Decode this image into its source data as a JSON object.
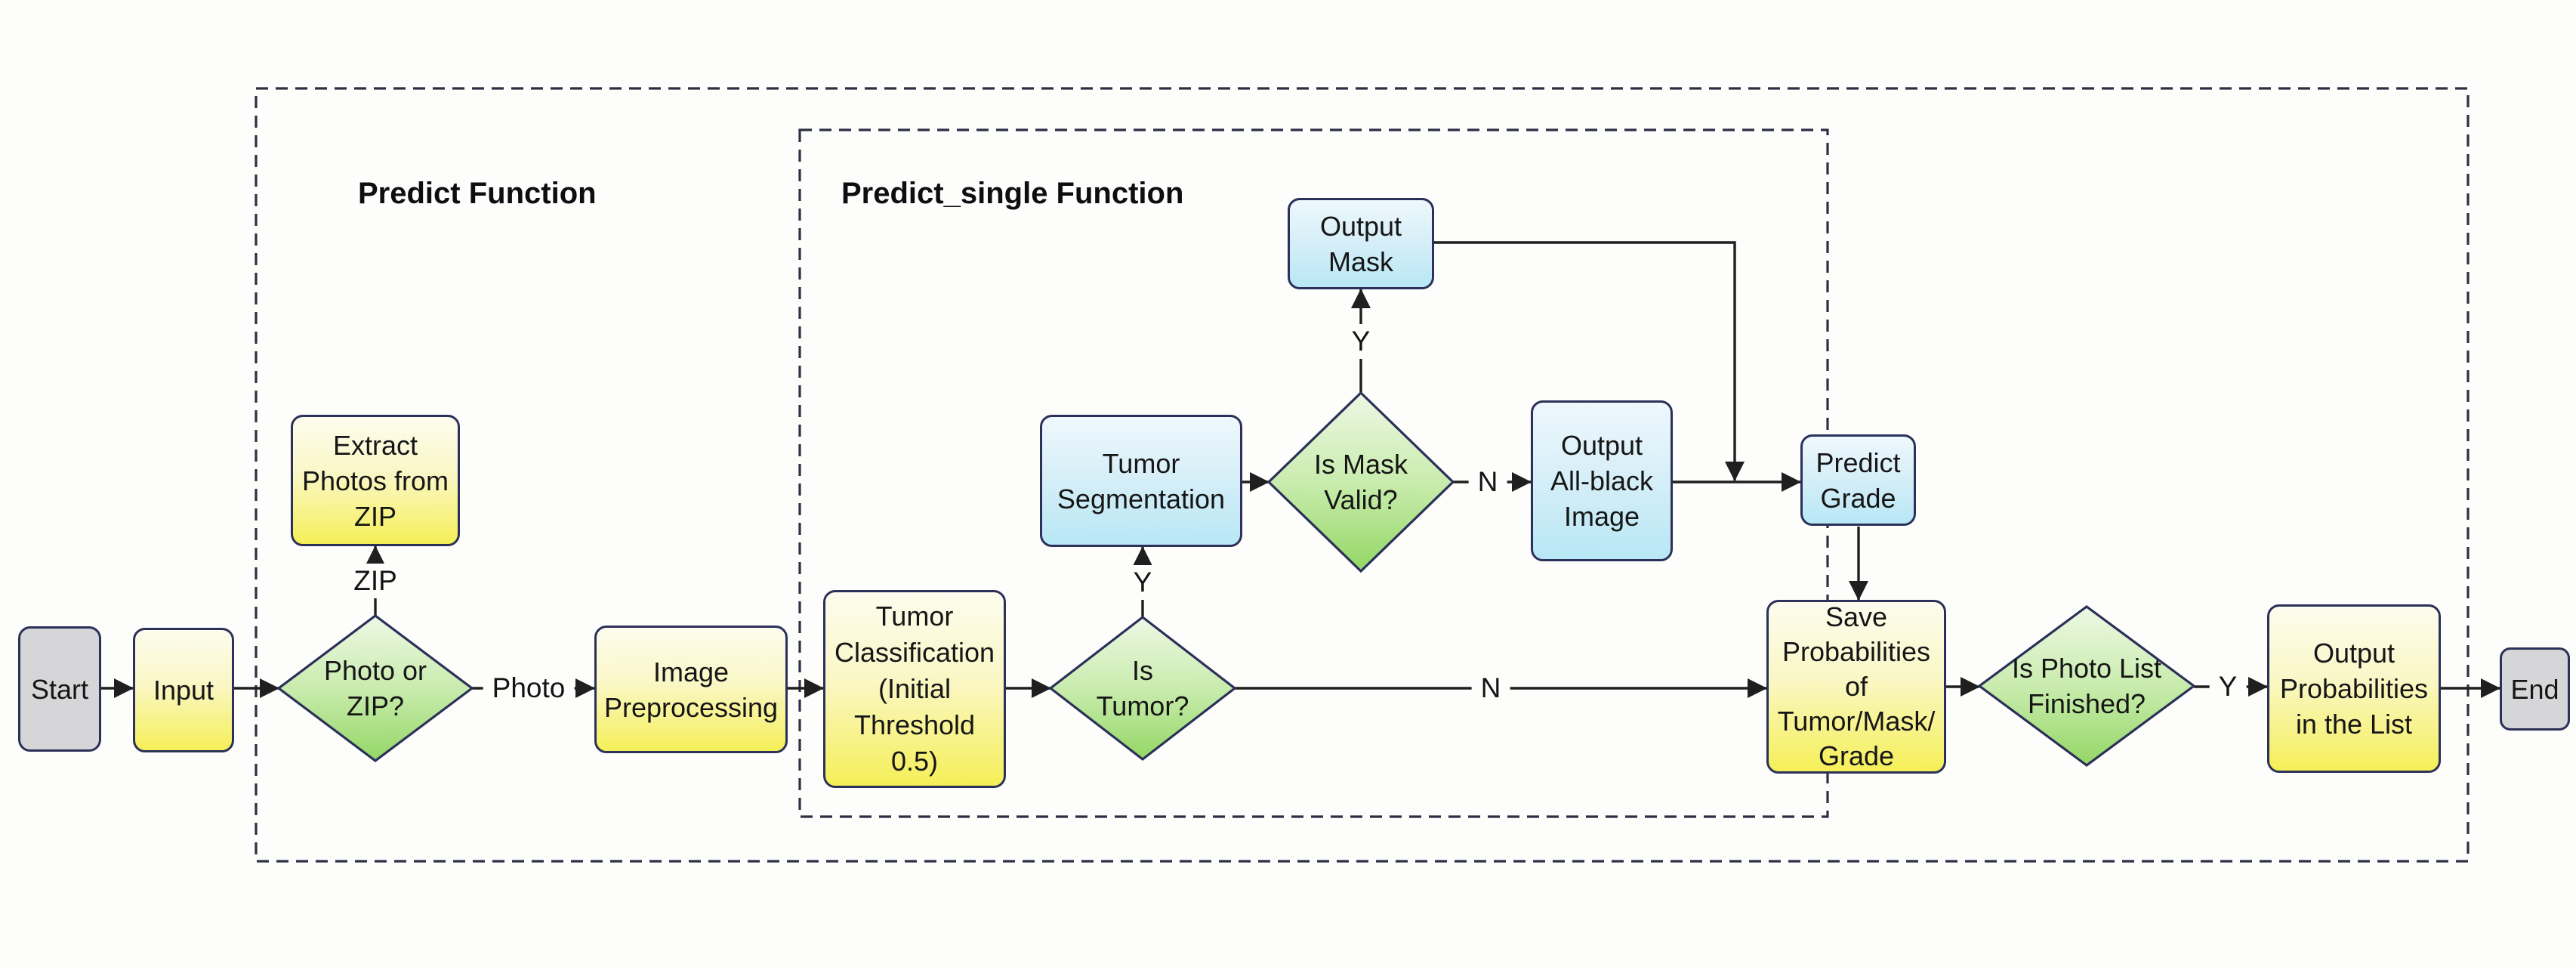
{
  "diagram": {
    "title": "Tumor prediction flowchart",
    "background": "#fdfdfc"
  },
  "groups": {
    "outer": {
      "title": "Predict Function"
    },
    "inner": {
      "title": "Predict_single Function"
    }
  },
  "nodes": {
    "start": {
      "label": "Start",
      "type": "terminator"
    },
    "input": {
      "label": "Input",
      "type": "process"
    },
    "photo_or_zip": {
      "label": "Photo or\nZIP?",
      "type": "decision"
    },
    "extract_photos": {
      "label": "Extract\nPhotos from\nZIP",
      "type": "process"
    },
    "image_preprocessing": {
      "label": "Image\nPreprocessing",
      "type": "process"
    },
    "tumor_classification": {
      "label": "Tumor\nClassification\n(Initial\nThreshold\n0.5)",
      "type": "process"
    },
    "is_tumor": {
      "label": "Is\nTumor?",
      "type": "decision"
    },
    "tumor_segmentation": {
      "label": "Tumor\nSegmentation",
      "type": "process-alt"
    },
    "is_mask_valid": {
      "label": "Is Mask\nValid?",
      "type": "decision"
    },
    "output_mask": {
      "label": "Output\nMask",
      "type": "process-alt"
    },
    "output_all_black": {
      "label": "Output\nAll-black\nImage",
      "type": "process-alt"
    },
    "predict_grade": {
      "label": "Predict\nGrade",
      "type": "process-alt"
    },
    "save_probabilities": {
      "label": "Save\nProbabilities\nof\nTumor/Mask/\nGrade",
      "type": "process"
    },
    "is_photo_list_finished": {
      "label": "Is Photo List\nFinished?",
      "type": "decision"
    },
    "output_probabilities": {
      "label": "Output\nProbabilities\nin the List",
      "type": "process"
    },
    "end": {
      "label": "End",
      "type": "terminator"
    }
  },
  "edge_labels": {
    "zip": "ZIP",
    "photo": "Photo",
    "is_tumor_yes": "Y",
    "is_tumor_no": "N",
    "is_mask_valid_yes": "Y",
    "is_mask_valid_no": "N",
    "is_photo_list_finished_yes": "Y"
  },
  "colors": {
    "process_fill_top": "#fdfcee",
    "process_fill_bottom": "#f5ef58",
    "alt_fill_top": "#eef8fd",
    "alt_fill_bottom": "#b8e7f5",
    "decision_fill_top": "#edf7e2",
    "decision_fill_bottom": "#94d765",
    "terminator_fill": "#d6d6d8",
    "node_border": "#2b3158",
    "connector": "#1f1f1f",
    "container_dash": "#2c3043"
  }
}
